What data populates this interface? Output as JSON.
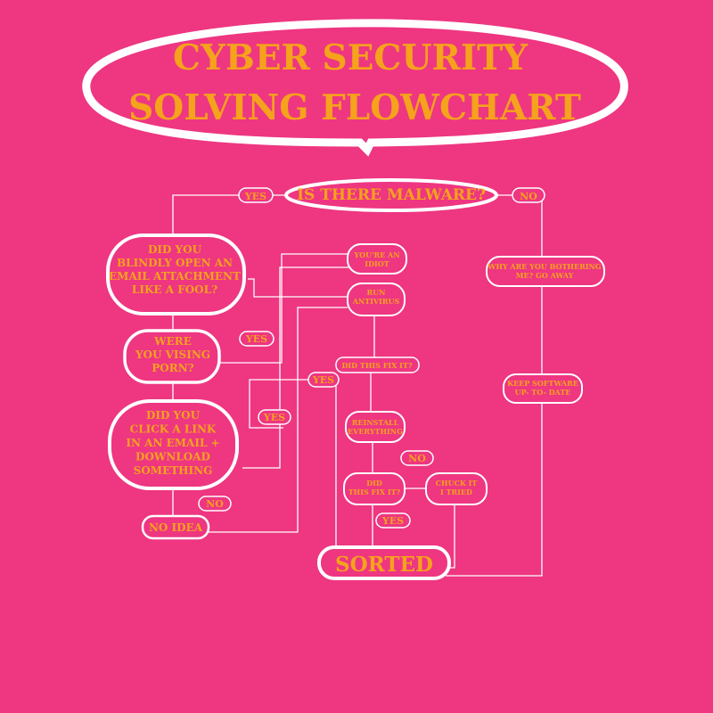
{
  "title": {
    "line1": "CYBER SECURITY",
    "line2": "SOLVING FLOWCHART"
  },
  "nodes": {
    "malware": [
      "IS THERE MALWARE?"
    ],
    "yes_top": [
      "YES"
    ],
    "no_top": [
      "NO"
    ],
    "attachment": [
      "DID YOU",
      "BLINDLY OPEN AN",
      "EMAIL ATTACHMENT",
      "LIKE A FOOL?"
    ],
    "idiot": [
      "YOU'RE AN",
      "IDIOT"
    ],
    "antivirus": [
      "RUN",
      "ANTIVIRUS"
    ],
    "go_away": [
      "WHY ARE YOU BOTHERING",
      "ME? GO AWAY"
    ],
    "porn": [
      "WERE",
      "YOU VISING",
      "PORN?"
    ],
    "yes_porn": [
      "YES"
    ],
    "fix1": [
      "DID THIS FIX IT?"
    ],
    "keep_updated": [
      "KEEP SOFTWARE",
      "UP- TO- DATE"
    ],
    "yes_link": [
      "YES"
    ],
    "yes_mid": [
      "YES"
    ],
    "link": [
      "DID YOU",
      "CLICK A LINK",
      "IN AN EMAIL +",
      "DOWNLOAD",
      "SOMETHING"
    ],
    "reinstall": [
      "REINSTALL",
      "EVERYTHING"
    ],
    "no_reinstall": [
      "NO"
    ],
    "fix2": [
      "DID",
      "THIS FIX IT?"
    ],
    "chuck": [
      "CHUCK IT",
      "I TRIED"
    ],
    "no_idea_label": [
      "NO"
    ],
    "no_idea": [
      "NO IDEA"
    ],
    "yes_sorted": [
      "YES"
    ],
    "sorted": [
      "SORTED"
    ]
  },
  "colors": {
    "background": "#EE3681",
    "text": "#F5A21C",
    "lines": "#FFFFFF"
  }
}
